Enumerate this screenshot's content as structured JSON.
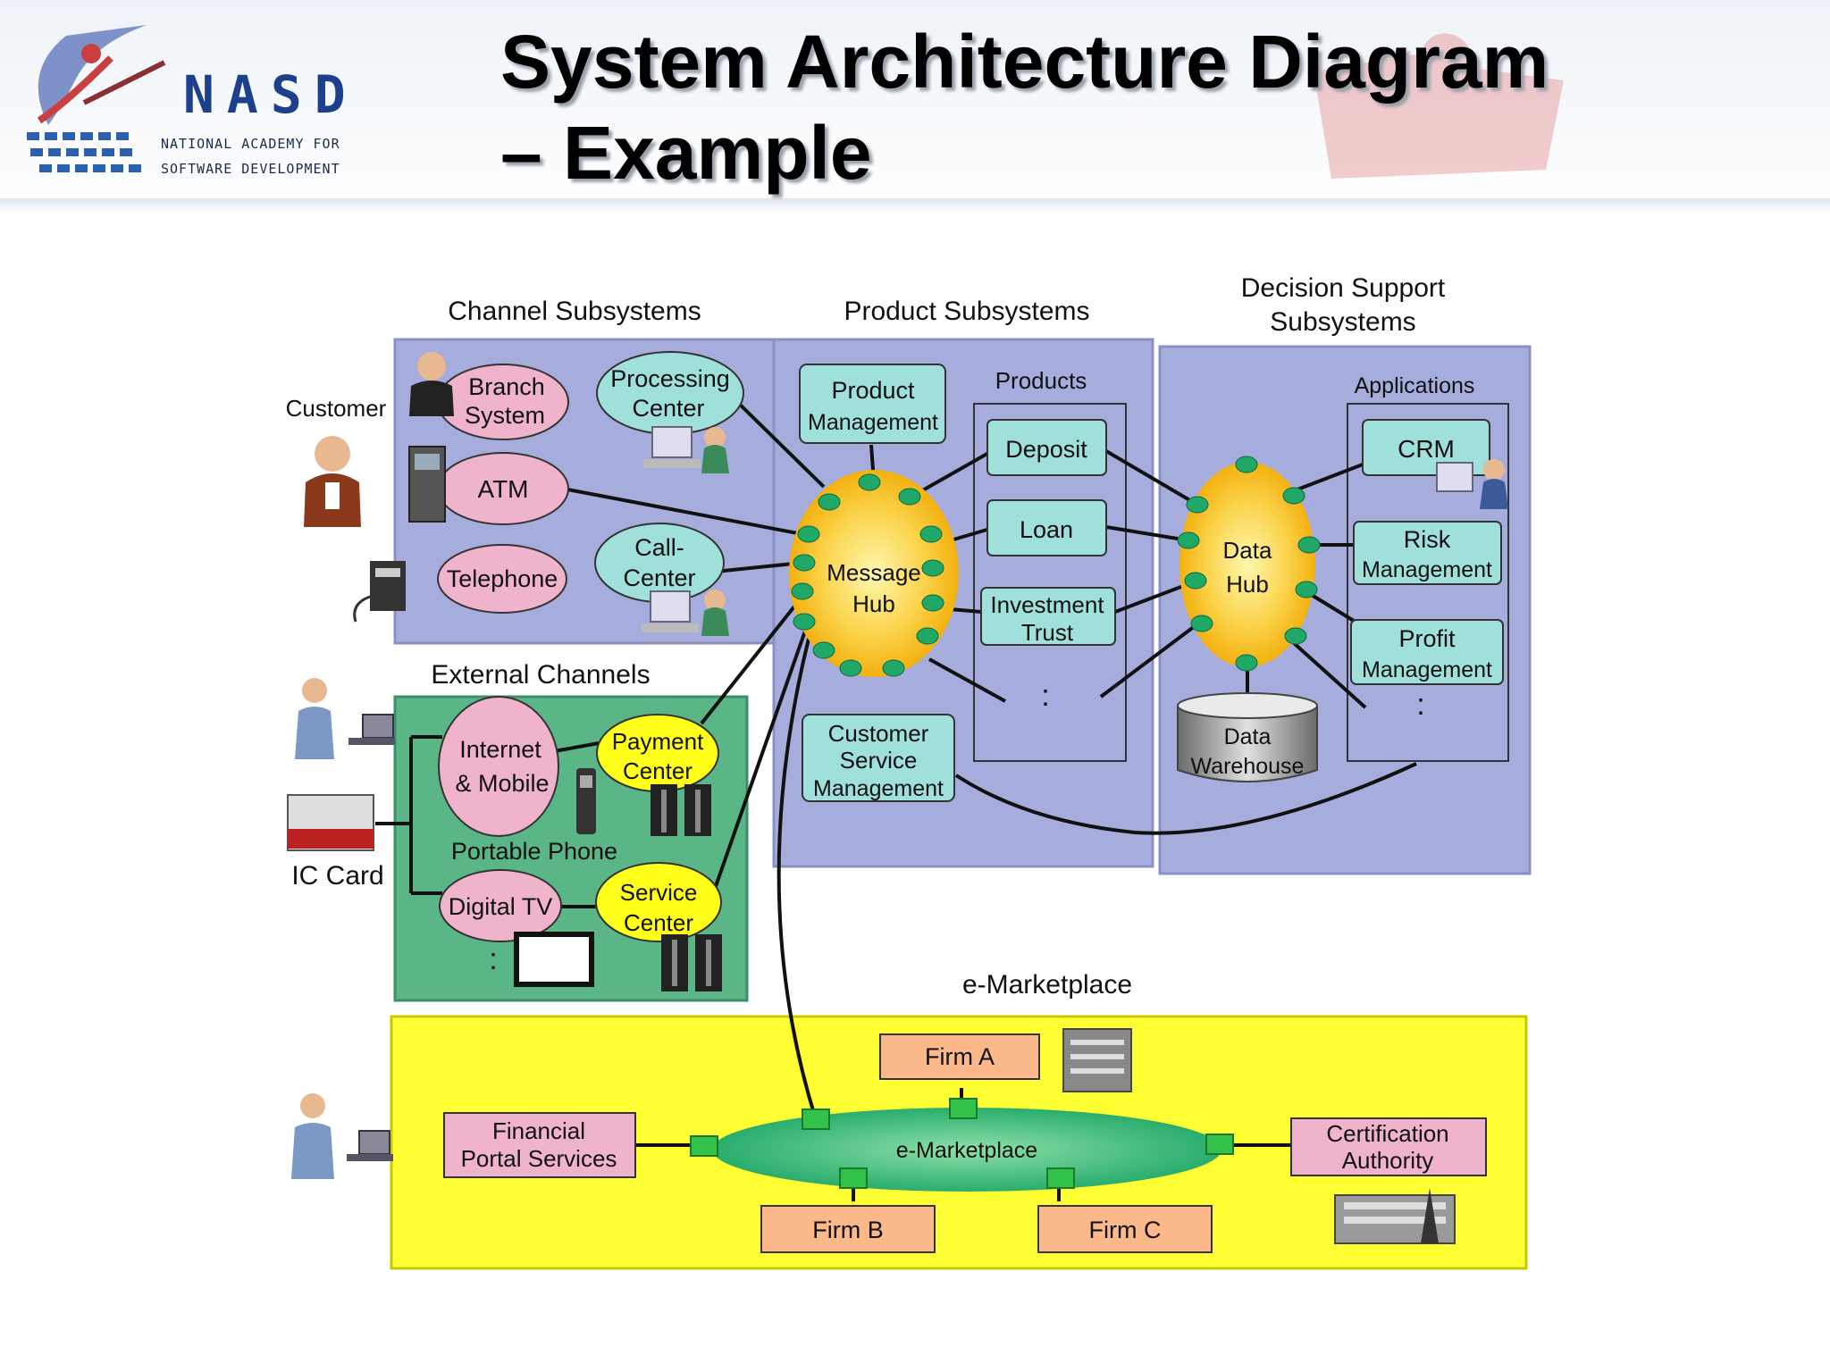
{
  "title": {
    "line1": "System Architecture Diagram",
    "line2": "– Example"
  },
  "logo": {
    "name": "NASD",
    "sub1": "NATIONAL ACADEMY FOR",
    "sub2": "SOFTWARE DEVELOPMENT"
  },
  "colors": {
    "channel": "#a6acdc",
    "external": "#5ab587",
    "marketplace": "#ffff33",
    "pink": "#f0b3cc",
    "cyan": "#9fe0da",
    "orange": "#fbb98b",
    "hub": "#f7bd16",
    "node": "#1fa868",
    "yellow": "#ffff1a"
  },
  "diagram": {
    "headers": {
      "channel": "Channel Subsystems",
      "product": "Product Subsystems",
      "decision1": "Decision Support",
      "decision2": "Subsystems",
      "external": "External Channels",
      "emarket_title": "e-Marketplace"
    },
    "people": {
      "customer": "Customer",
      "ic_card": "IC Card"
    },
    "channel": {
      "branch1": "Branch",
      "branch2": "System",
      "proc1": "Processing",
      "proc2": "Center",
      "atm": "ATM",
      "telephone": "Telephone",
      "call1": "Call-",
      "call2": "Center"
    },
    "external": {
      "internet1": "Internet",
      "internet2": "& Mobile",
      "payment1": "Payment",
      "payment2": "Center",
      "portable": "Portable Phone",
      "digital_tv": "Digital TV",
      "service1": "Service",
      "service2": "Center",
      "ellipsis": ":"
    },
    "product": {
      "pm1": "Product",
      "pm2": "Management",
      "products": "Products",
      "deposit": "Deposit",
      "loan": "Loan",
      "inv1": "Investment",
      "inv2": "Trust",
      "csm1": "Customer",
      "csm2": "Service",
      "csm3": "Management",
      "ellipsis": ":",
      "hub1": "Message",
      "hub2": "Hub"
    },
    "decision": {
      "applications": "Applications",
      "crm": "CRM",
      "risk1": "Risk",
      "risk2": "Management",
      "profit1": "Profit",
      "profit2": "Management",
      "ellipsis": ":",
      "hub1": "Data",
      "hub2": "Hub",
      "wh1": "Data",
      "wh2": "Warehouse"
    },
    "market": {
      "firm_a": "Firm A",
      "firm_b": "Firm B",
      "firm_c": "Firm C",
      "fps1": "Financial",
      "fps2": "Portal Services",
      "center": "e-Marketplace",
      "ca1": "Certification",
      "ca2": "Authority"
    }
  }
}
